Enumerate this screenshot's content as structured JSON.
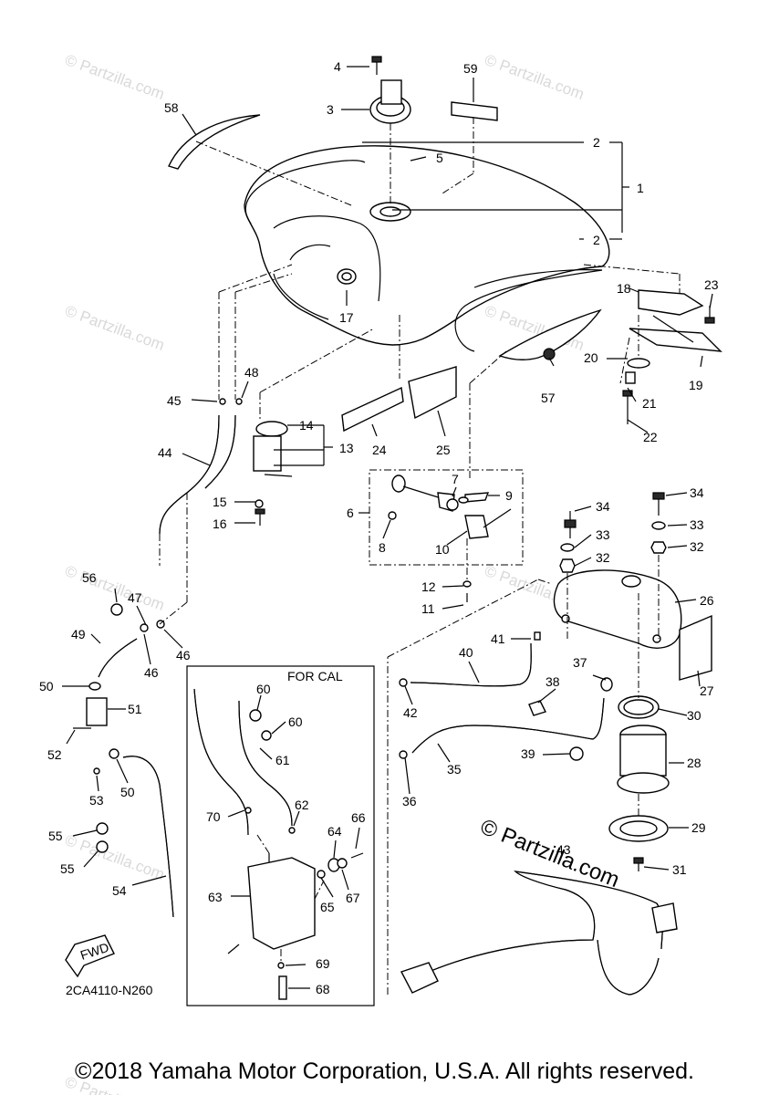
{
  "diagram": {
    "callouts": [
      {
        "id": "c1",
        "text": "1"
      },
      {
        "id": "c2a",
        "text": "2"
      },
      {
        "id": "c2b",
        "text": "2"
      },
      {
        "id": "c3",
        "text": "3"
      },
      {
        "id": "c4",
        "text": "4"
      },
      {
        "id": "c5",
        "text": "5"
      },
      {
        "id": "c6",
        "text": "6"
      },
      {
        "id": "c7",
        "text": "7"
      },
      {
        "id": "c8",
        "text": "8"
      },
      {
        "id": "c9",
        "text": "9"
      },
      {
        "id": "c10",
        "text": "10"
      },
      {
        "id": "c11",
        "text": "11"
      },
      {
        "id": "c12",
        "text": "12"
      },
      {
        "id": "c13",
        "text": "13"
      },
      {
        "id": "c14",
        "text": "14"
      },
      {
        "id": "c15",
        "text": "15"
      },
      {
        "id": "c16",
        "text": "16"
      },
      {
        "id": "c17",
        "text": "17"
      },
      {
        "id": "c18",
        "text": "18"
      },
      {
        "id": "c19",
        "text": "19"
      },
      {
        "id": "c20",
        "text": "20"
      },
      {
        "id": "c21",
        "text": "21"
      },
      {
        "id": "c22",
        "text": "22"
      },
      {
        "id": "c23",
        "text": "23"
      },
      {
        "id": "c24",
        "text": "24"
      },
      {
        "id": "c25",
        "text": "25"
      },
      {
        "id": "c26",
        "text": "26"
      },
      {
        "id": "c27",
        "text": "27"
      },
      {
        "id": "c28",
        "text": "28"
      },
      {
        "id": "c29",
        "text": "29"
      },
      {
        "id": "c30",
        "text": "30"
      },
      {
        "id": "c31",
        "text": "31"
      },
      {
        "id": "c32a",
        "text": "32"
      },
      {
        "id": "c32b",
        "text": "32"
      },
      {
        "id": "c33a",
        "text": "33"
      },
      {
        "id": "c33b",
        "text": "33"
      },
      {
        "id": "c34a",
        "text": "34"
      },
      {
        "id": "c34b",
        "text": "34"
      },
      {
        "id": "c35",
        "text": "35"
      },
      {
        "id": "c36",
        "text": "36"
      },
      {
        "id": "c37",
        "text": "37"
      },
      {
        "id": "c38",
        "text": "38"
      },
      {
        "id": "c39",
        "text": "39"
      },
      {
        "id": "c40",
        "text": "40"
      },
      {
        "id": "c41",
        "text": "41"
      },
      {
        "id": "c42",
        "text": "42"
      },
      {
        "id": "c43",
        "text": "43"
      },
      {
        "id": "c44",
        "text": "44"
      },
      {
        "id": "c45",
        "text": "45"
      },
      {
        "id": "c46a",
        "text": "46"
      },
      {
        "id": "c46b",
        "text": "46"
      },
      {
        "id": "c47",
        "text": "47"
      },
      {
        "id": "c48",
        "text": "48"
      },
      {
        "id": "c49",
        "text": "49"
      },
      {
        "id": "c50a",
        "text": "50"
      },
      {
        "id": "c50b",
        "text": "50"
      },
      {
        "id": "c51",
        "text": "51"
      },
      {
        "id": "c52",
        "text": "52"
      },
      {
        "id": "c53",
        "text": "53"
      },
      {
        "id": "c54",
        "text": "54"
      },
      {
        "id": "c55a",
        "text": "55"
      },
      {
        "id": "c55b",
        "text": "55"
      },
      {
        "id": "c56",
        "text": "56"
      },
      {
        "id": "c57",
        "text": "57"
      },
      {
        "id": "c58",
        "text": "58"
      },
      {
        "id": "c59",
        "text": "59"
      },
      {
        "id": "c60a",
        "text": "60"
      },
      {
        "id": "c60b",
        "text": "60"
      },
      {
        "id": "c61",
        "text": "61"
      },
      {
        "id": "c62",
        "text": "62"
      },
      {
        "id": "c63",
        "text": "63"
      },
      {
        "id": "c64",
        "text": "64"
      },
      {
        "id": "c65",
        "text": "65"
      },
      {
        "id": "c66",
        "text": "66"
      },
      {
        "id": "c67",
        "text": "67"
      },
      {
        "id": "c68",
        "text": "68"
      },
      {
        "id": "c69",
        "text": "69"
      },
      {
        "id": "c70",
        "text": "70"
      }
    ],
    "box_label": "FOR CAL",
    "fwd_label": "FWD",
    "diagram_code": "2CA4110-N260",
    "watermark_main": "© Partzilla.com",
    "watermark_faint": "© Partzilla.com"
  },
  "footer": {
    "copyright": "©2018 Yamaha Motor Corporation, U.S.A. All rights reserved."
  }
}
